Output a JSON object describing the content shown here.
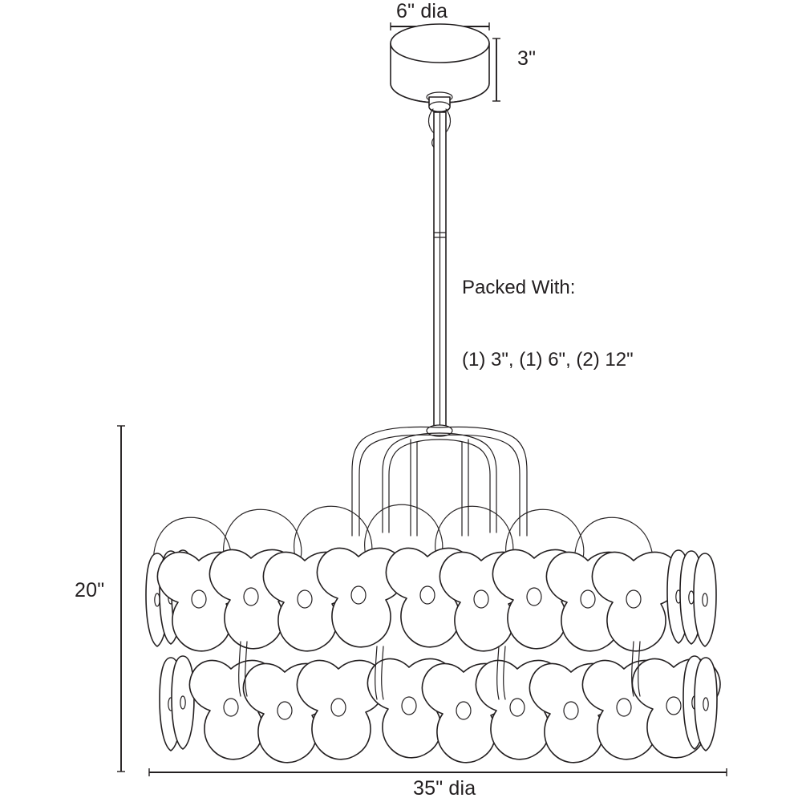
{
  "drawing": {
    "type": "product-dimension-line-drawing",
    "subject": "trefoil-panel-drum-chandelier",
    "background_color": "#ffffff",
    "line_color": "#231f20",
    "text_color": "#231f20"
  },
  "dimensions": {
    "canopy_diameter": "6\" dia",
    "canopy_height": "3\"",
    "fixture_height": "20\"",
    "fixture_diameter": "35\" dia"
  },
  "packed_with": {
    "title": "Packed With:",
    "contents": "(1) 3\", (1) 6\", (2) 12\""
  },
  "annotations": {
    "top_diameter_leader": "horizontal-tick-line-above-canopy",
    "canopy_height_leader": "vertical-tick-line-right-of-canopy",
    "fixture_height_leader": "vertical-tick-line-left-of-shade",
    "fixture_diameter_leader": "horizontal-tick-line-below-shade"
  },
  "components": {
    "canopy": "cylindrical-ceiling-canopy",
    "loop": "hook-loop-connector",
    "stem": "downrod-stem",
    "frame": "curved-arm-frame",
    "shade_upper_tier": "trefoil-panel-ring-upper",
    "shade_lower_tier": "trefoil-panel-ring-lower",
    "panel_detail": "center-mounting-hole"
  }
}
